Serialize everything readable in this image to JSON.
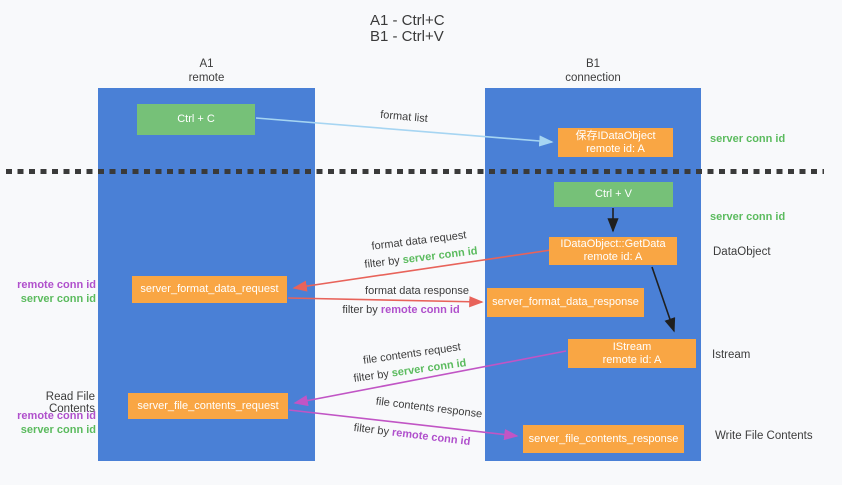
{
  "title": {
    "line1": "A1 - Ctrl+C",
    "line2": "B1 - Ctrl+V"
  },
  "lanes": {
    "a": {
      "name": "A1",
      "subtitle": "remote"
    },
    "b": {
      "name": "B1",
      "subtitle": "connection"
    }
  },
  "nodes": {
    "ctrl_c": "Ctrl + C",
    "ctrl_v": "Ctrl + V",
    "save_idataobject": {
      "line1": "保存IDataObject",
      "line2": "remote id: A"
    },
    "getdata": {
      "line1": "IDataObject::GetData",
      "line2": "remote id: A"
    },
    "istream": {
      "line1": "IStream",
      "line2": "remote id: A"
    },
    "format_request": "server_format_data_request",
    "format_response": "server_format_data_response",
    "file_request": "server_file_contents_request",
    "file_response": "server_file_contents_response"
  },
  "side_labels": {
    "server_conn_id_top": "server conn id",
    "server_conn_id_mid": "server conn id",
    "dataobject": "DataObject",
    "istream": "Istream",
    "write_file_contents": "Write File Contents",
    "read_file_contents": "Read File Contents",
    "left_format": {
      "remote": "remote conn id",
      "server": "server conn id"
    },
    "left_file": {
      "remote": "remote conn id",
      "server": "server conn id"
    }
  },
  "flow_labels": {
    "format_list": "format list",
    "format_data_request": "format data request",
    "filter_server_1": {
      "prefix": "filter by ",
      "highlight": "server conn id"
    },
    "format_data_response": "format data response",
    "filter_remote_1": {
      "prefix": "filter by ",
      "highlight": "remote conn id"
    },
    "file_contents_request": "file contents request",
    "filter_server_2": {
      "prefix": "filter by ",
      "highlight": "server conn id"
    },
    "file_contents_response": "file contents response",
    "filter_remote_2": {
      "prefix": "filter by ",
      "highlight": "remote conn id"
    }
  },
  "colors": {
    "lane_blue": "#4a80d6",
    "box_green": "#76c178",
    "box_orange": "#f9a644",
    "label_green": "#5bbb5e",
    "label_purple": "#b050cc",
    "arrow_red": "#e8635a",
    "arrow_magenta": "#c155c5",
    "arrow_lightblue": "#a6d5f2",
    "arrow_black": "#1f1f1f",
    "background": "#f8f9fb"
  }
}
